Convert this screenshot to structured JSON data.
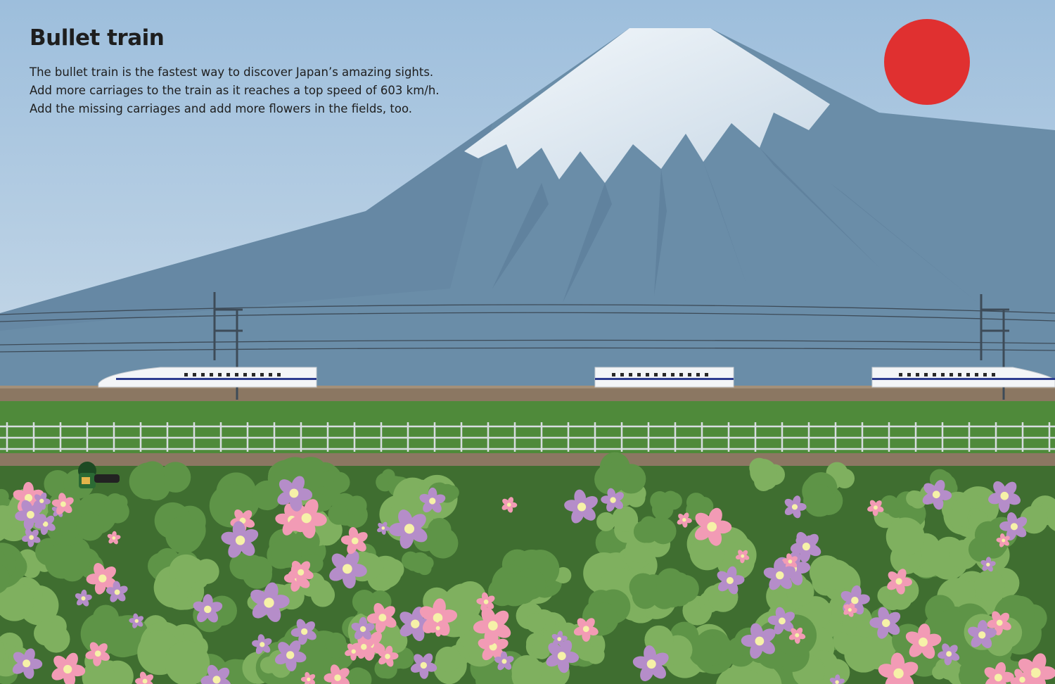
{
  "page": {
    "title": "Bullet train",
    "lines": [
      "The bullet train is the fastest way to discover Japan’s amazing sights.",
      "Add more carriages to the train as it reaches a top speed of 603 km/h.",
      "Add the missing carriages and add more flowers in the fields, too."
    ]
  },
  "colors": {
    "sky": "#a9c6e0",
    "mountain": "#6a8da8",
    "snow": "#e8eff5",
    "sun": "#e03030",
    "grass": "#4f8a3a",
    "track": "#8b7762",
    "flower_pink": "#f29bb5",
    "flower_purple": "#b58dc9",
    "bush_dark": "#3f6e30",
    "bush_light": "#7fb05f"
  }
}
